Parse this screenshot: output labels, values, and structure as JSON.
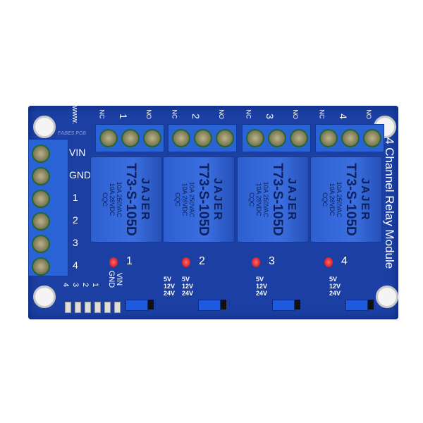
{
  "board": {
    "title": "4 Channel Relay Module",
    "url_partial": "www.",
    "maker": "FABES PCB",
    "input_labels": [
      "VIN",
      "GND",
      "1",
      "2",
      "3",
      "4"
    ],
    "header_labels": [
      "VIN",
      "GND",
      "1",
      "2",
      "3",
      "4"
    ],
    "relays": [
      {
        "channel": "1",
        "brand": "JAJER",
        "model": "T73-S-105D",
        "rating_ac": "10A 250VAC",
        "rating_dc": "10A 28VDC",
        "cert": "CQC",
        "terminals": [
          "NC",
          "1",
          "NO"
        ]
      },
      {
        "channel": "2",
        "brand": "JAJER",
        "model": "T73-S-105D",
        "rating_ac": "10A 250VAC",
        "rating_dc": "10A 28VDC",
        "cert": "CQC",
        "terminals": [
          "NC",
          "2",
          "NO"
        ]
      },
      {
        "channel": "3",
        "brand": "JAJER",
        "model": "T73-S-105D",
        "rating_ac": "10A 250VAC",
        "rating_dc": "10A 28VDC",
        "cert": "CQC",
        "terminals": [
          "NC",
          "3",
          "NO"
        ]
      },
      {
        "channel": "4",
        "brand": "JAJER",
        "model": "T73-S-105D",
        "rating_ac": "10A 250VAC",
        "rating_dc": "10A 28VDC",
        "cert": "CQC",
        "terminals": [
          "NC",
          "4",
          "NO"
        ]
      }
    ],
    "voltage_options": [
      "5V",
      "12V",
      "24V"
    ],
    "colors": {
      "pcb": "#1b3fa3",
      "relay": "#3b6fe0",
      "led": "#e0001a",
      "background": "#ffffff"
    }
  }
}
